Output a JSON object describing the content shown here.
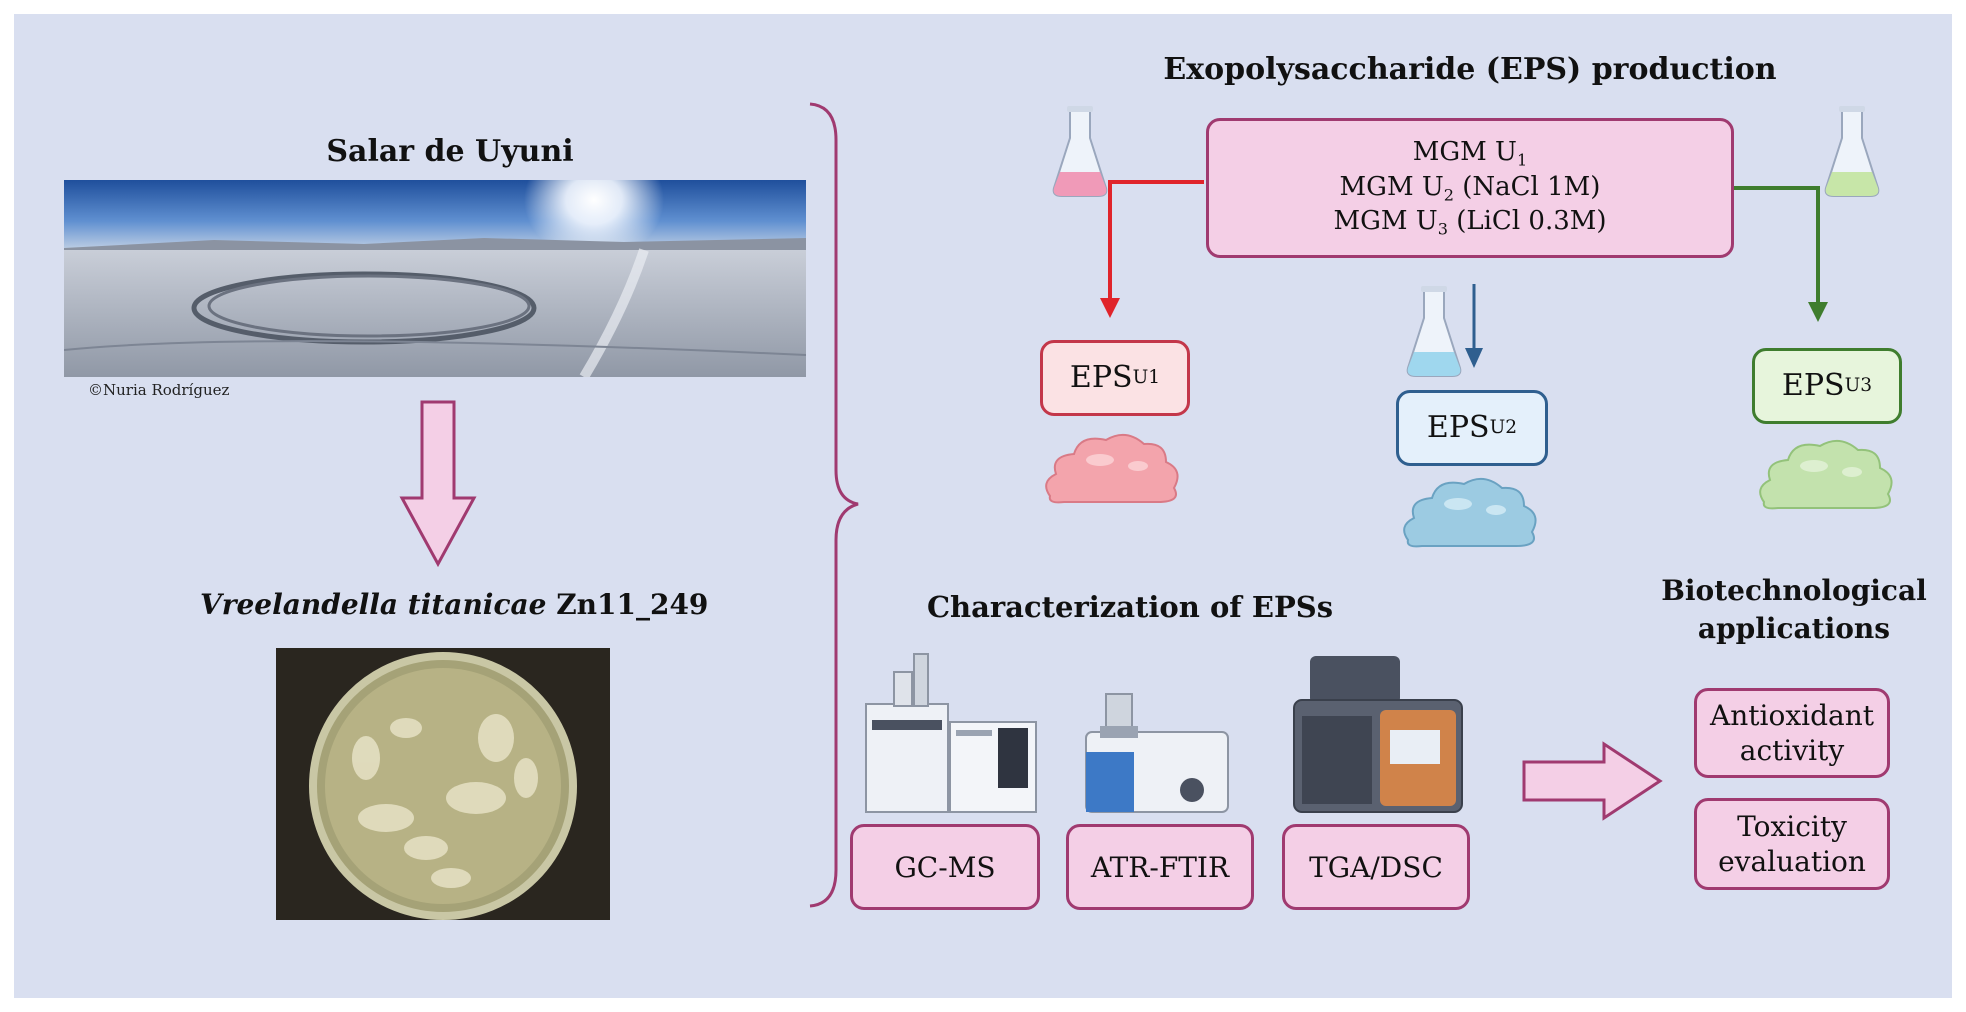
{
  "left": {
    "site_title": "Salar de Uyuni",
    "photo_credit": "©Nuria Rodríguez",
    "strain_genus_species": "Vreelandella titanicae",
    "strain_code": " Zn11_249"
  },
  "production": {
    "title": "Exopolysaccharide (EPS) production",
    "media": [
      {
        "prefix": "MGM U",
        "sub": "1",
        "suffix": ""
      },
      {
        "prefix": "MGM U",
        "sub": "2",
        "suffix": " (NaCl 1M)"
      },
      {
        "prefix": "MGM U",
        "sub": "3",
        "suffix": " (LiCl 0.3M)"
      }
    ],
    "eps": [
      {
        "base": "EPS",
        "sub": "U1"
      },
      {
        "base": "EPS",
        "sub": "U2"
      },
      {
        "base": "EPS",
        "sub": "U3"
      }
    ]
  },
  "characterization": {
    "title": "Characterization of EPSs",
    "techniques": [
      "GC-MS",
      "ATR-FTIR",
      "TGA/DSC"
    ]
  },
  "applications": {
    "title_line1": "Biotechnological",
    "title_line2": "applications",
    "items": [
      {
        "line1": "Antioxidant",
        "line2": "activity"
      },
      {
        "line1": "Toxicity",
        "line2": "evaluation"
      }
    ]
  },
  "colors": {
    "panel_bg": "#d9dff0",
    "pink_fill": "#f4cfe6",
    "pink_border": "#a03a70",
    "red": "#e0242b",
    "blue": "#2f5f8f",
    "green": "#3f7d2e"
  }
}
